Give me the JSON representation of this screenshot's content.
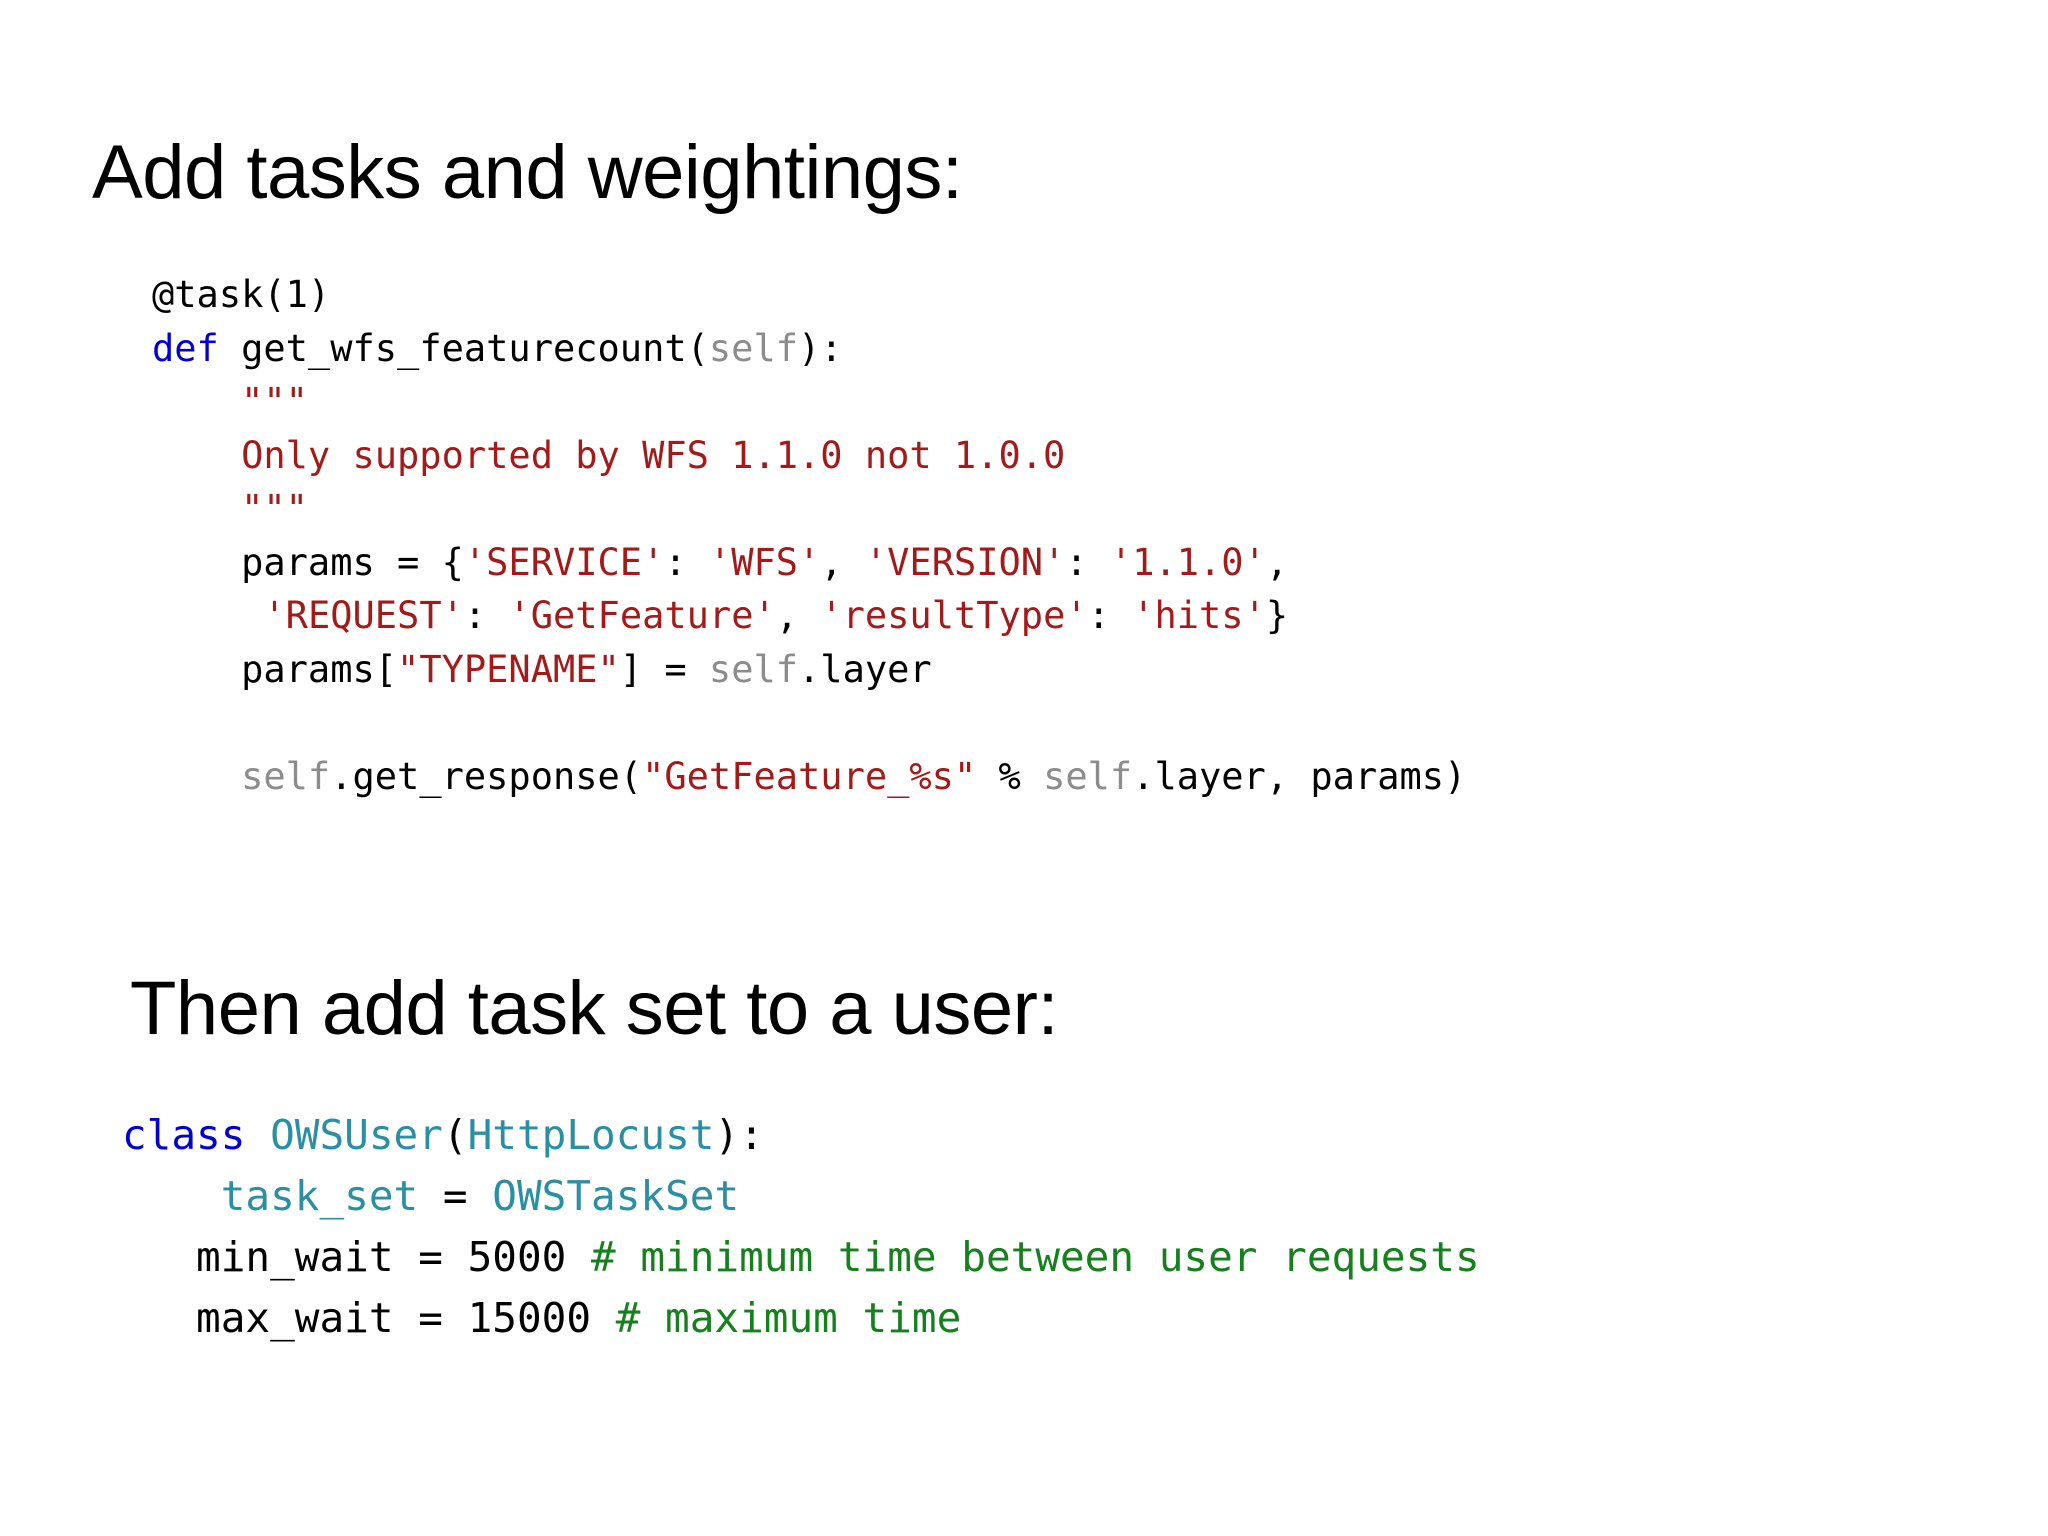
{
  "slide": {
    "background_color": "#ffffff",
    "heading_1": "Add tasks and weightings:",
    "heading_2": "Then add task set to a user:"
  },
  "colors": {
    "keyword": "#0000d4",
    "self": "#8c8c8c",
    "string": "#a31a1a",
    "docstring": "#a31a1a",
    "comment": "#15801d",
    "class_name": "#2b8fa3",
    "plain": "#000000"
  },
  "code_block_1": {
    "language": "python",
    "lines": [
      [
        {
          "t": "@task(1)",
          "c": "plain"
        }
      ],
      [
        {
          "t": "def ",
          "c": "keyword"
        },
        {
          "t": "get_wfs_featurecount(",
          "c": "plain"
        },
        {
          "t": "self",
          "c": "self"
        },
        {
          "t": "):",
          "c": "plain"
        }
      ],
      [
        {
          "t": "    \"\"\"",
          "c": "docstring"
        }
      ],
      [
        {
          "t": "    Only supported by WFS 1.1.0 not 1.0.0",
          "c": "docstring"
        }
      ],
      [
        {
          "t": "    \"\"\"",
          "c": "docstring"
        }
      ],
      [
        {
          "t": "    params = {",
          "c": "plain"
        },
        {
          "t": "'SERVICE'",
          "c": "string"
        },
        {
          "t": ": ",
          "c": "plain"
        },
        {
          "t": "'WFS'",
          "c": "string"
        },
        {
          "t": ", ",
          "c": "plain"
        },
        {
          "t": "'VERSION'",
          "c": "string"
        },
        {
          "t": ": ",
          "c": "plain"
        },
        {
          "t": "'1.1.0'",
          "c": "string"
        },
        {
          "t": ",",
          "c": "plain"
        }
      ],
      [
        {
          "t": "     ",
          "c": "plain"
        },
        {
          "t": "'REQUEST'",
          "c": "string"
        },
        {
          "t": ": ",
          "c": "plain"
        },
        {
          "t": "'GetFeature'",
          "c": "string"
        },
        {
          "t": ", ",
          "c": "plain"
        },
        {
          "t": "'resultType'",
          "c": "string"
        },
        {
          "t": ": ",
          "c": "plain"
        },
        {
          "t": "'hits'",
          "c": "string"
        },
        {
          "t": "}",
          "c": "plain"
        }
      ],
      [
        {
          "t": "    params[",
          "c": "plain"
        },
        {
          "t": "\"TYPENAME\"",
          "c": "string"
        },
        {
          "t": "] = ",
          "c": "plain"
        },
        {
          "t": "self",
          "c": "self"
        },
        {
          "t": ".layer",
          "c": "plain"
        }
      ],
      [
        {
          "t": "",
          "c": "plain"
        }
      ],
      [
        {
          "t": "    ",
          "c": "plain"
        },
        {
          "t": "self",
          "c": "self"
        },
        {
          "t": ".get_response(",
          "c": "plain"
        },
        {
          "t": "\"GetFeature_%s\"",
          "c": "string"
        },
        {
          "t": " % ",
          "c": "plain"
        },
        {
          "t": "self",
          "c": "self"
        },
        {
          "t": ".layer, params)",
          "c": "plain"
        }
      ]
    ]
  },
  "code_block_2": {
    "language": "python",
    "lines": [
      [
        {
          "t": "class ",
          "c": "keyword"
        },
        {
          "t": "OWSUser",
          "c": "class_name"
        },
        {
          "t": "(",
          "c": "plain"
        },
        {
          "t": "HttpLocust",
          "c": "class_name"
        },
        {
          "t": "):",
          "c": "plain"
        }
      ],
      [
        {
          "t": "    ",
          "c": "plain"
        },
        {
          "t": "task_set",
          "c": "class_name"
        },
        {
          "t": " = ",
          "c": "plain"
        },
        {
          "t": "OWSTaskSet",
          "c": "class_name"
        }
      ],
      [
        {
          "t": "   min_wait = 5000 ",
          "c": "plain"
        },
        {
          "t": "# minimum time between user requests",
          "c": "comment"
        }
      ],
      [
        {
          "t": "   max_wait = 15000 ",
          "c": "plain"
        },
        {
          "t": "# maximum time",
          "c": "comment"
        }
      ]
    ]
  }
}
